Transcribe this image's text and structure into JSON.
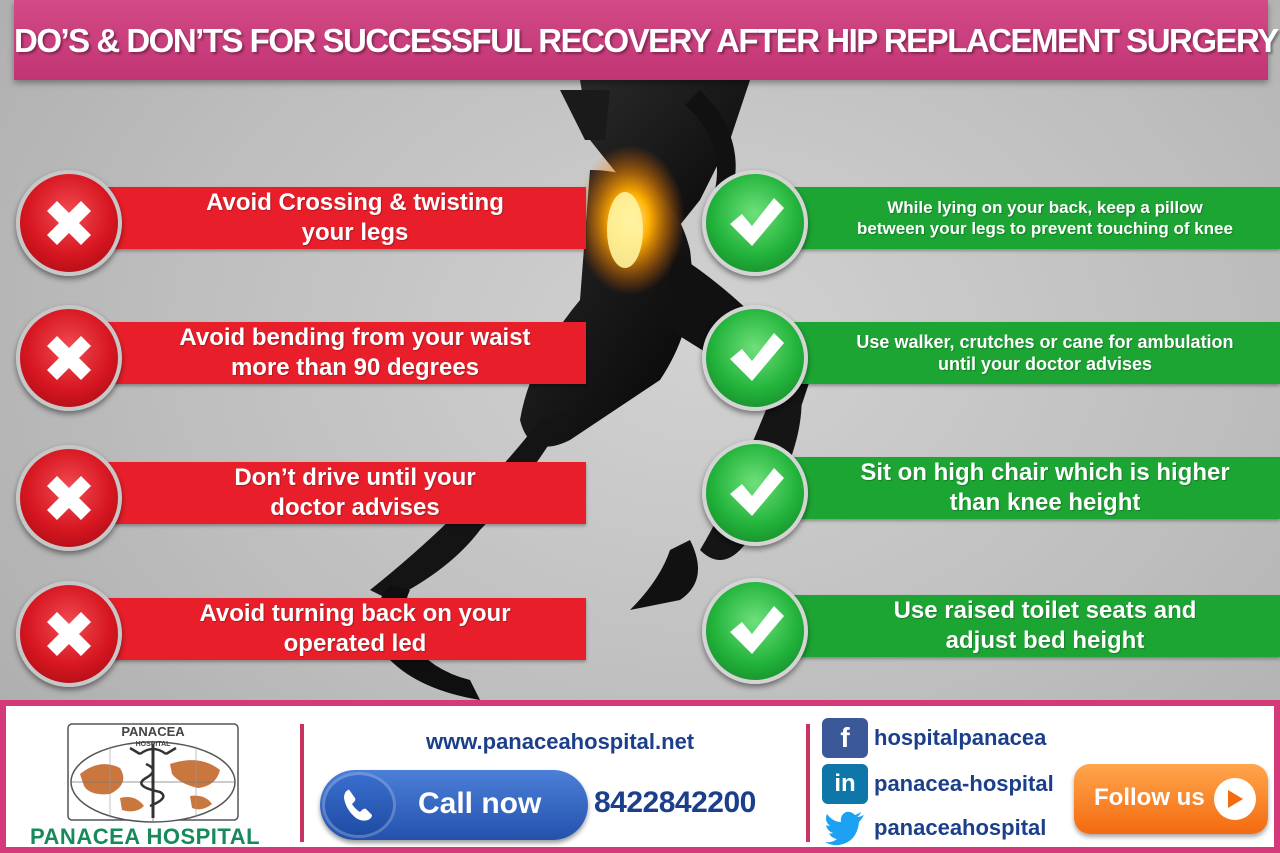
{
  "header": {
    "title": "DO’S & DON’TS FOR SUCCESSFUL RECOVERY AFTER HIP REPLACEMENT SURGERY"
  },
  "donts": [
    {
      "text": "Avoid Crossing & twisting\nyour legs",
      "icon": "cross-icon"
    },
    {
      "text": "Avoid bending from your waist\nmore than 90 degrees",
      "icon": "cross-icon"
    },
    {
      "text": "Don’t drive until your\ndoctor advises",
      "icon": "cross-icon"
    },
    {
      "text": "Avoid turning back on your\noperated led",
      "icon": "cross-icon"
    }
  ],
  "dos": [
    {
      "text": "While lying on your back, keep a pillow\nbetween your legs to prevent touching of knee",
      "icon": "check-icon"
    },
    {
      "text": "Use walker, crutches or cane for ambulation\nuntil your doctor advises",
      "icon": "check-icon"
    },
    {
      "text": "Sit on high chair  which is higher\nthan knee height",
      "icon": "check-icon"
    },
    {
      "text": "Use raised toilet seats and\nadjust bed height",
      "icon": "check-icon"
    }
  ],
  "footer": {
    "logo": {
      "top_text": "PANACEA",
      "sub_text": "HOSPITAL",
      "name": "PANACEA HOSPITAL"
    },
    "website": "www.panaceahospital.net",
    "call_label": "Call now",
    "phone": "8422842200",
    "social": [
      {
        "icon": "facebook-icon",
        "glyph": "f",
        "handle": "hospitalpanacea",
        "color": "#3b5998"
      },
      {
        "icon": "linkedin-icon",
        "glyph": "in",
        "handle": "panacea-hospital",
        "color": "#0e76a8"
      },
      {
        "icon": "twitter-icon",
        "glyph": "",
        "handle": "panaceahospital",
        "color": "#1da1f2"
      }
    ],
    "follow_label": "Follow us"
  },
  "colors": {
    "title_bar": "#c23474",
    "dont": "#e81f2a",
    "do": "#1da534",
    "footer_border": "#d4397a",
    "brand_blue": "#1c3f8c"
  }
}
